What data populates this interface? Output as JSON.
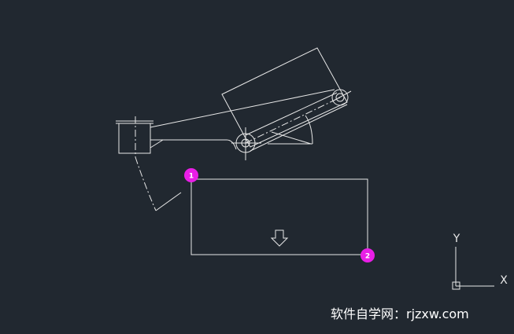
{
  "drawing": {
    "grip_markers": [
      "1",
      "2"
    ],
    "marker_color": "#e91ee6",
    "line_color": "#e8e8e8",
    "background_color": "#212830"
  },
  "ucs_icon": {
    "x_label": "X",
    "y_label": "Y"
  },
  "watermark": {
    "text": "软件自学网：rjzxw.com"
  }
}
